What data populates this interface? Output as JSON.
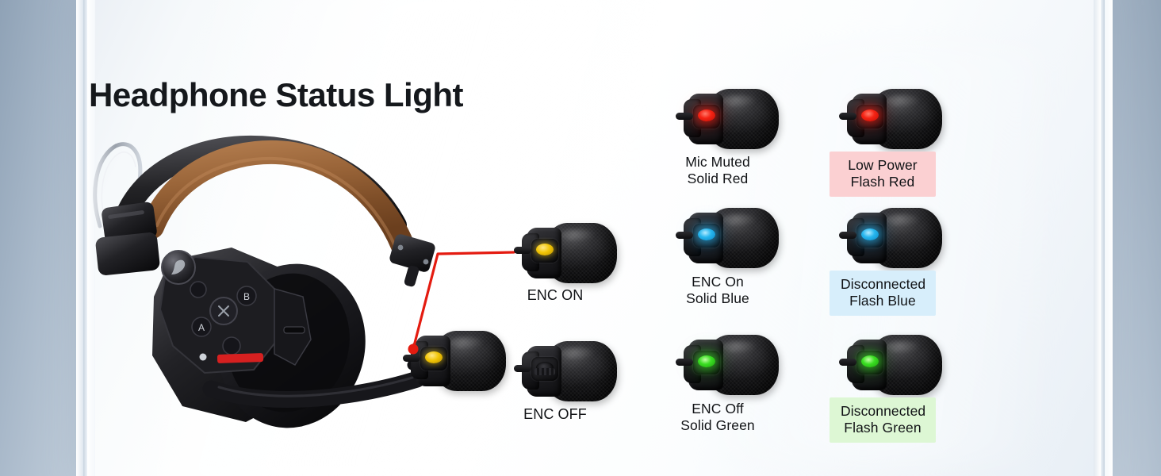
{
  "page": {
    "title": "Headphone Status Light",
    "background_gradient_from": "#9fb0c2",
    "background_gradient_to": "#ffffff"
  },
  "product": {
    "name": "wireless-headset-with-boom-mic",
    "headband_color": "#8a5a34",
    "body_color": "#1a1a1c",
    "accent_color": "#d62020",
    "buttons": [
      "A",
      "B"
    ]
  },
  "leader_line": {
    "color": "#e41b10",
    "from_label": "headset-boom-mic-led",
    "to_label": "enc-on-mic-led"
  },
  "columns": [
    {
      "name": "enc-column",
      "items": [
        {
          "name": "enc-on",
          "caption": "ENC ON",
          "led_color": "yellow",
          "led_hex": "#f2c505",
          "highlight": "none",
          "highlight_hex": ""
        },
        {
          "name": "enc-off",
          "caption": "ENC OFF",
          "led_color": "off",
          "led_hex": "#17171a",
          "highlight": "none",
          "highlight_hex": ""
        }
      ]
    },
    {
      "name": "solid-status-column",
      "items": [
        {
          "name": "mic-muted",
          "caption": "Mic Muted\nSolid Red",
          "led_color": "red",
          "led_hex": "#f42314",
          "highlight": "none",
          "highlight_hex": ""
        },
        {
          "name": "enc-on-solid-blue",
          "caption": "ENC On\nSolid Blue",
          "led_color": "blue",
          "led_hex": "#27b6ee",
          "highlight": "none",
          "highlight_hex": ""
        },
        {
          "name": "enc-off-solid-green",
          "caption": "ENC Off\nSolid Green",
          "led_color": "green",
          "led_hex": "#3ade22",
          "highlight": "none",
          "highlight_hex": ""
        }
      ]
    },
    {
      "name": "flashing-status-column",
      "items": [
        {
          "name": "low-power",
          "caption": "Low Power\nFlash Red",
          "led_color": "red",
          "led_hex": "#f42314",
          "highlight": "red",
          "highlight_hex": "#fbd0d2"
        },
        {
          "name": "disconnected-flash-blue",
          "caption": "Disconnected\nFlash Blue",
          "led_color": "blue",
          "led_hex": "#27b6ee",
          "highlight": "blue",
          "highlight_hex": "#d7eefb"
        },
        {
          "name": "disconnected-flash-green",
          "caption": "Disconnected\nFlash Green",
          "led_color": "green",
          "led_hex": "#3ade22",
          "highlight": "green",
          "highlight_hex": "#ddf7d4"
        }
      ]
    }
  ]
}
